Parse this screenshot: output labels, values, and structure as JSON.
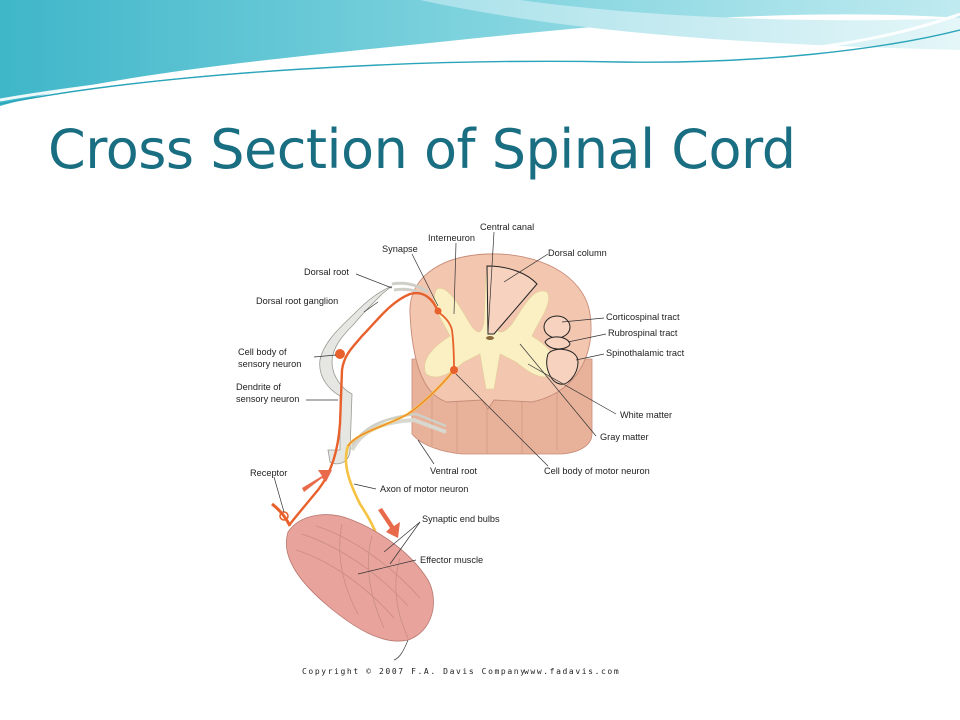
{
  "slide": {
    "title": "Cross Section of Spinal Cord"
  },
  "figure": {
    "labels": {
      "central_canal": "Central canal",
      "interneuron": "Interneuron",
      "synapse": "Synapse",
      "dorsal_column": "Dorsal column",
      "dorsal_root": "Dorsal root",
      "dorsal_root_ganglion": "Dorsal root ganglion",
      "cell_body_sensory_1": "Cell body of",
      "cell_body_sensory_2": "sensory neuron",
      "dendrite_sensory_1": "Dendrite of",
      "dendrite_sensory_2": "sensory neuron",
      "corticospinal_tract": "Corticospinal tract",
      "rubrospinal_tract": "Rubrospinal tract",
      "spinothalamic_tract": "Spinothalamic tract",
      "white_matter": "White matter",
      "gray_matter": "Gray matter",
      "ventral_root": "Ventral root",
      "cell_body_motor": "Cell body of motor neuron",
      "receptor": "Receptor",
      "axon_motor": "Axon of motor neuron",
      "synaptic_end_bulbs": "Synaptic end bulbs",
      "effector_muscle": "Effector muscle"
    },
    "copyright": "Copyright © 2007 F.A. Davis Company",
    "website": "www.fadavis.com"
  },
  "colors": {
    "title": "#1a6e82",
    "white_matter": "#f3c6b0",
    "gray_matter": "#fbf0c4",
    "sensory_neuron": "#e8612c",
    "motor_neuron": "#f5c242",
    "muscle": "#e8a49c",
    "ganglion": "#e6e6e2"
  }
}
